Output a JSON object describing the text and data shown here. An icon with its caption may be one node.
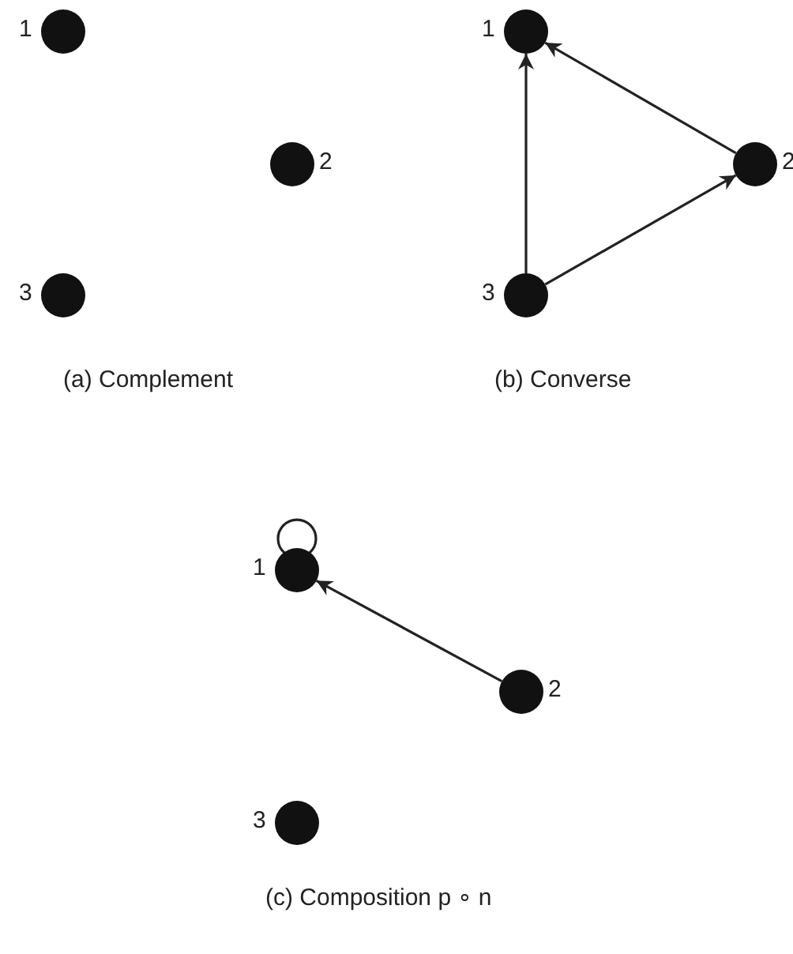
{
  "diagram": {
    "nodes": [
      {
        "text": [],
        "shape": "circle",
        "beside": [
          "1"
        ]
      },
      {
        "text": [],
        "shape": "circle",
        "beside": [
          "2"
        ]
      },
      {
        "text": [],
        "shape": "circle",
        "beside": [
          "3"
        ]
      },
      {
        "text": [],
        "shape": "circle",
        "beside": [
          "1"
        ]
      },
      {
        "text": [],
        "shape": "circle",
        "beside": [
          "2"
        ]
      },
      {
        "text": [],
        "shape": "circle",
        "beside": [
          "3"
        ]
      },
      {
        "text": [],
        "shape": "circle",
        "beside": [
          "1"
        ]
      },
      {
        "text": [],
        "shape": "circle",
        "beside": [
          "2"
        ]
      },
      {
        "text": [],
        "shape": "circle",
        "beside": [
          "3"
        ]
      }
    ],
    "edges": [
      {
        "from": 5,
        "to": 3,
        "arrow": "to"
      },
      {
        "from": 4,
        "to": 3,
        "arrow": "to"
      },
      {
        "from": 5,
        "to": 4,
        "arrow": "to"
      },
      {
        "from": 6,
        "to": 6,
        "arrow": "none"
      },
      {
        "from": 7,
        "to": 6,
        "arrow": "to"
      }
    ],
    "labels": [
      "(a) Complement",
      "(b) Converse",
      "(c) Composition p ∘ n"
    ]
  }
}
